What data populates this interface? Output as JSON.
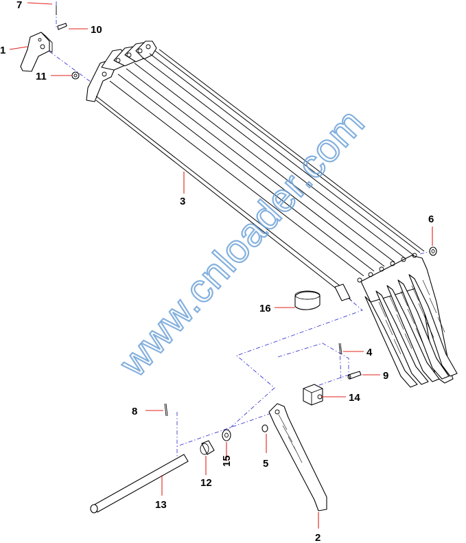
{
  "watermark": {
    "text": "www.cnloader.com",
    "color": "#6fa3d8"
  },
  "colors": {
    "leader": "#e0201a",
    "centerline": "#3a3ad0",
    "outline": "#000000"
  },
  "callouts": {
    "c1": "1",
    "c2": "2",
    "c3": "3",
    "c4": "4",
    "c5": "5",
    "c6": "6",
    "c7": "7",
    "c8": "8",
    "c9": "9",
    "c10": "10",
    "c11": "11",
    "c12": "12",
    "c13": "13",
    "c14": "14",
    "c15": "15",
    "c16": "16"
  }
}
